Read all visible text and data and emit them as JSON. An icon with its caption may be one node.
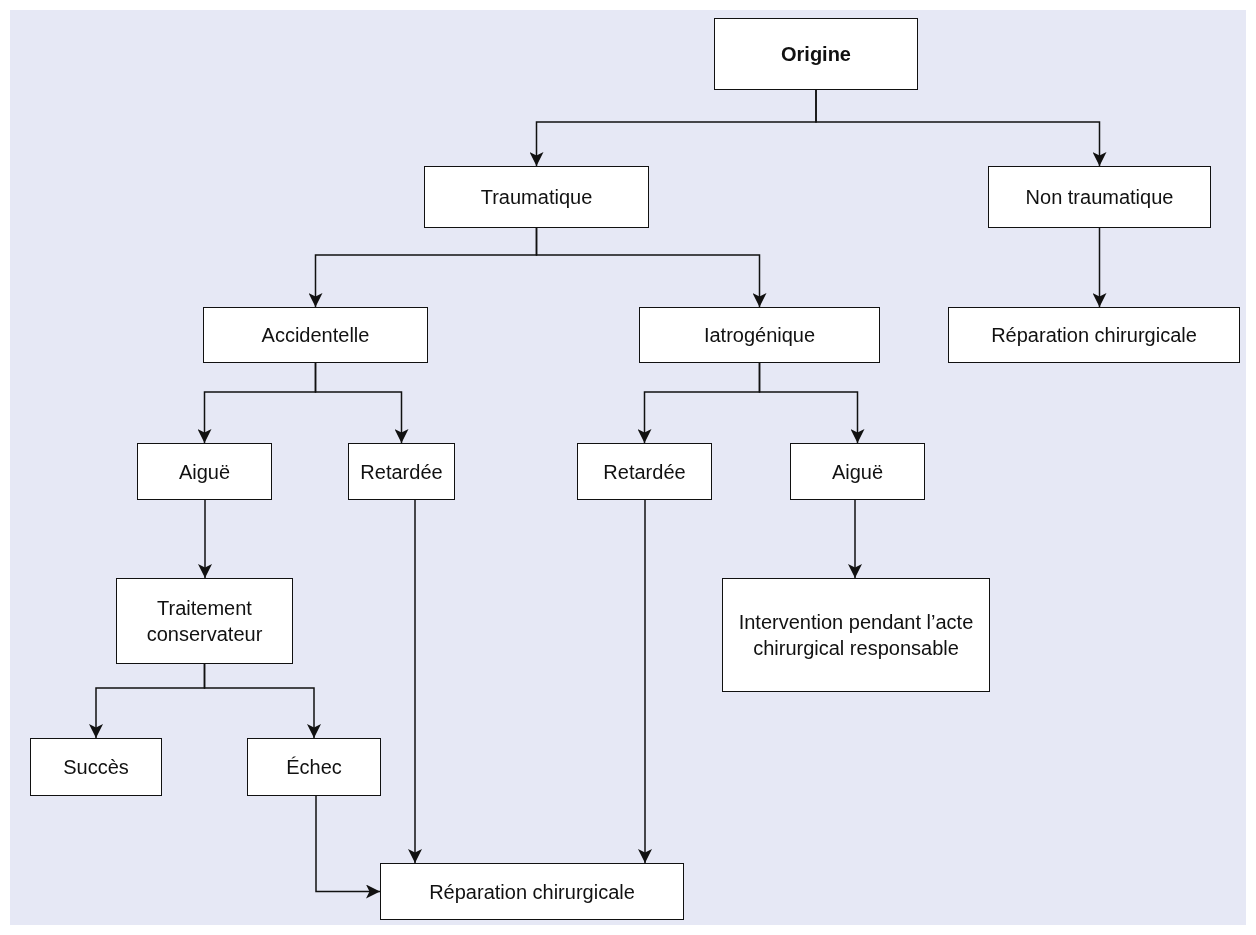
{
  "diagram": {
    "nodes": [
      {
        "text": [
          "Origine"
        ]
      },
      {
        "text": [
          "Traumatique"
        ]
      },
      {
        "text": [
          "Non traumatique"
        ]
      },
      {
        "text": [
          "Accidentelle"
        ]
      },
      {
        "text": [
          "Iatrogénique"
        ]
      },
      {
        "text": [
          "Réparation chirurgicale"
        ]
      },
      {
        "text": [
          "Aiguë"
        ]
      },
      {
        "text": [
          "Retardée"
        ]
      },
      {
        "text": [
          "Retardée"
        ]
      },
      {
        "text": [
          "Aiguë"
        ]
      },
      {
        "text": [
          "Traitement conservateur"
        ]
      },
      {
        "text": [
          "Intervention pendant l’acte chirurgical responsable"
        ]
      },
      {
        "text": [
          "Succès"
        ]
      },
      {
        "text": [
          "Échec"
        ]
      },
      {
        "text": [
          "Réparation chirurgicale"
        ]
      }
    ],
    "edges": [
      {
        "from": 0,
        "to": 1,
        "arrow": "to"
      },
      {
        "from": 0,
        "to": 2,
        "arrow": "to"
      },
      {
        "from": 1,
        "to": 3,
        "arrow": "to"
      },
      {
        "from": 1,
        "to": 4,
        "arrow": "to"
      },
      {
        "from": 2,
        "to": 5,
        "arrow": "to"
      },
      {
        "from": 3,
        "to": 6,
        "arrow": "to"
      },
      {
        "from": 3,
        "to": 7,
        "arrow": "to"
      },
      {
        "from": 4,
        "to": 8,
        "arrow": "to"
      },
      {
        "from": 4,
        "to": 9,
        "arrow": "to"
      },
      {
        "from": 6,
        "to": 10,
        "arrow": "to"
      },
      {
        "from": 7,
        "to": 14,
        "arrow": "to"
      },
      {
        "from": 8,
        "to": 14,
        "arrow": "to"
      },
      {
        "from": 9,
        "to": 11,
        "arrow": "to"
      },
      {
        "from": 10,
        "to": 12,
        "arrow": "to"
      },
      {
        "from": 10,
        "to": 13,
        "arrow": "to"
      },
      {
        "from": 13,
        "to": 14,
        "arrow": "to"
      }
    ]
  }
}
